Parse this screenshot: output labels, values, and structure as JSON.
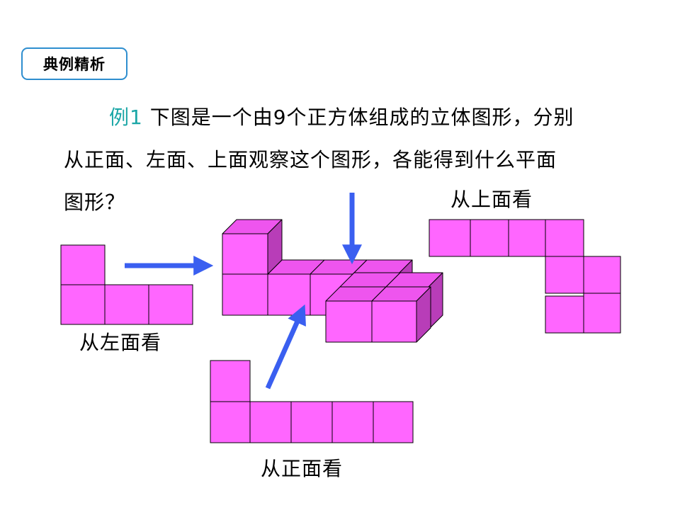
{
  "header": {
    "badge": "典例精析"
  },
  "problem": {
    "label": "例1",
    "line1": " 下图是一个由9个正方体组成的立体图形，分别",
    "line2": "从正面、左面、上面观察这个图形，各能得到什么平面",
    "line3": "图形？"
  },
  "views": {
    "left_label": "从左面看",
    "front_label": "从正面看",
    "top_label": "从上面看"
  },
  "colors": {
    "face_front": "#ff66ff",
    "face_top": "#ee55ee",
    "face_side": "#b83db8",
    "arrow": "#3a5ff0",
    "badge_border": "#2e8ecf",
    "label_accent": "#1aa6a6"
  }
}
